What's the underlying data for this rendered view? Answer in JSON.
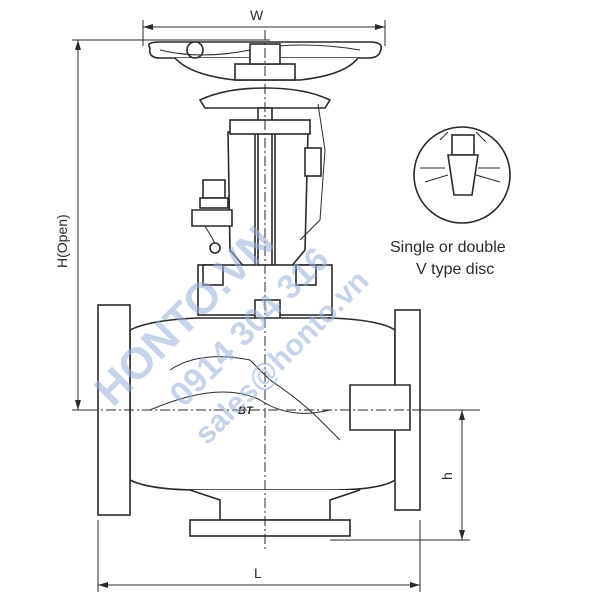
{
  "dimensions": {
    "w": "W",
    "h_open": "H(Open)",
    "h": "h",
    "l": "L"
  },
  "detail": {
    "line1": "Single or double",
    "line2": "V type disc"
  },
  "watermark": {
    "brand": "HONTO.VN",
    "phone": "0914 304 316",
    "email": "sales@honto.vn"
  },
  "body_mark": "BT",
  "colors": {
    "line": "#2a2a2a",
    "watermark": "#9bb0d6"
  }
}
